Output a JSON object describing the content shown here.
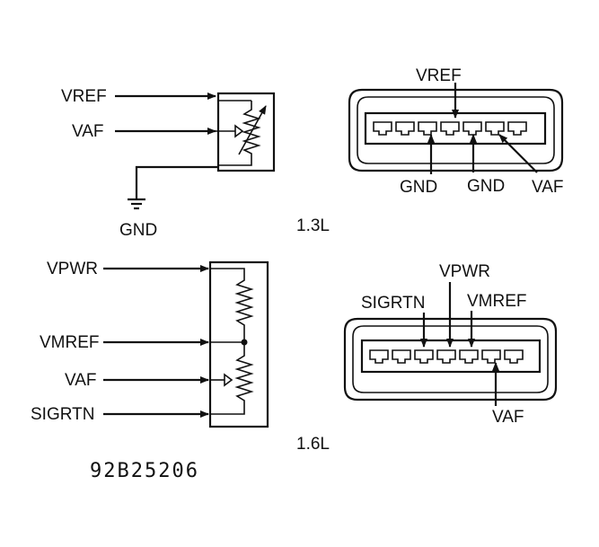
{
  "top_schematic": {
    "pin1": "VREF",
    "pin2": "VAF",
    "ground": "GND"
  },
  "top_connector": {
    "label_top": "VREF",
    "label_gnd1": "GND",
    "label_gnd2": "GND",
    "label_vaf": "VAF",
    "engine": "1.3L"
  },
  "bottom_schematic": {
    "pin1": "VPWR",
    "pin2": "VMREF",
    "pin3": "VAF",
    "pin4": "SIGRTN"
  },
  "bottom_connector": {
    "label_sigrtn": "SIGRTN",
    "label_vpwr": "VPWR",
    "label_vmref": "VMREF",
    "label_vaf": "VAF",
    "engine": "1.6L"
  },
  "figure_code": "92B25206"
}
